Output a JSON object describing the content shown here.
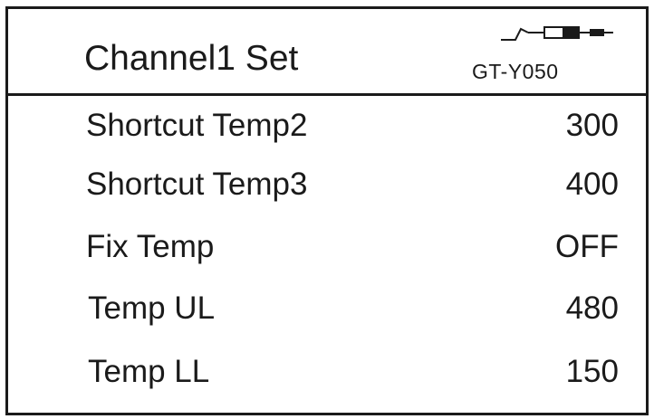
{
  "header": {
    "title": "Channel1 Set",
    "model": "GT-Y050",
    "icon": "soldering-iron-icon"
  },
  "settings": [
    {
      "label": "Shortcut Temp2",
      "value": "300"
    },
    {
      "label": "Shortcut Temp3",
      "value": "400"
    },
    {
      "label": "Fix Temp",
      "value": "OFF"
    },
    {
      "label": "Temp UL",
      "value": "480"
    },
    {
      "label": "Temp LL",
      "value": "150"
    }
  ],
  "colors": {
    "foreground": "#1a1a1a",
    "background": "#ffffff"
  }
}
